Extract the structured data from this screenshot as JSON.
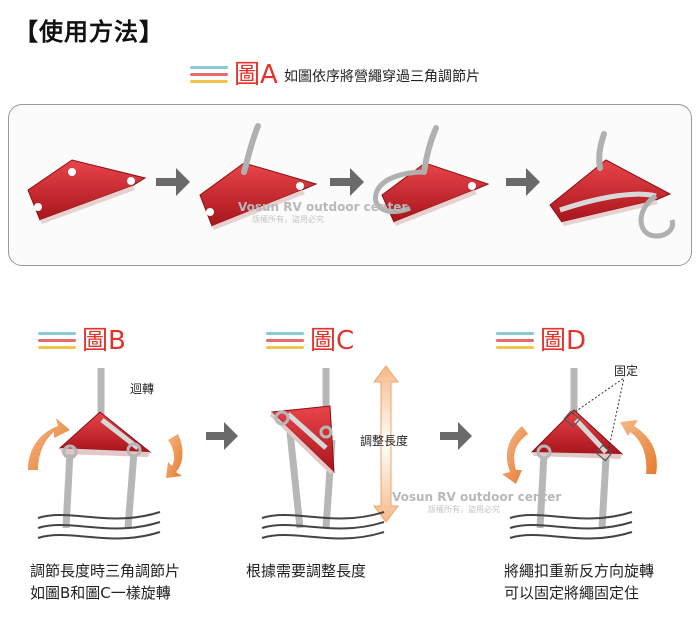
{
  "title": "【使用方法】",
  "figure_a": {
    "label": "圖A",
    "caption": "如圖依序將營繩穿過三角調節片"
  },
  "figure_b": {
    "label": "圖B",
    "note": "迴轉"
  },
  "figure_c": {
    "label": "圖C",
    "note": "調整長度"
  },
  "figure_d": {
    "label": "圖D",
    "note": "固定"
  },
  "watermark": {
    "line1": "Vosun RV outdoor center",
    "line2": "版權所有，盜用必究"
  },
  "descriptions": {
    "b_line1": "調節長度時三角調節片",
    "b_line2": "如圖B和圖C一樣旋轉",
    "c_line1": "根據需要調整長度",
    "d_line1": "將繩扣重新反方向旋轉",
    "d_line2": "可以固定將繩固定住"
  },
  "colors": {
    "accent_red": "#e0342c",
    "triangle_red": "#c8262b",
    "arrow_orange": "#f0a464",
    "arrow_gray": "#6a6a6a"
  },
  "icons": [
    "arrow-right-icon",
    "rotate-arrow-icon",
    "up-down-arrow-icon"
  ]
}
